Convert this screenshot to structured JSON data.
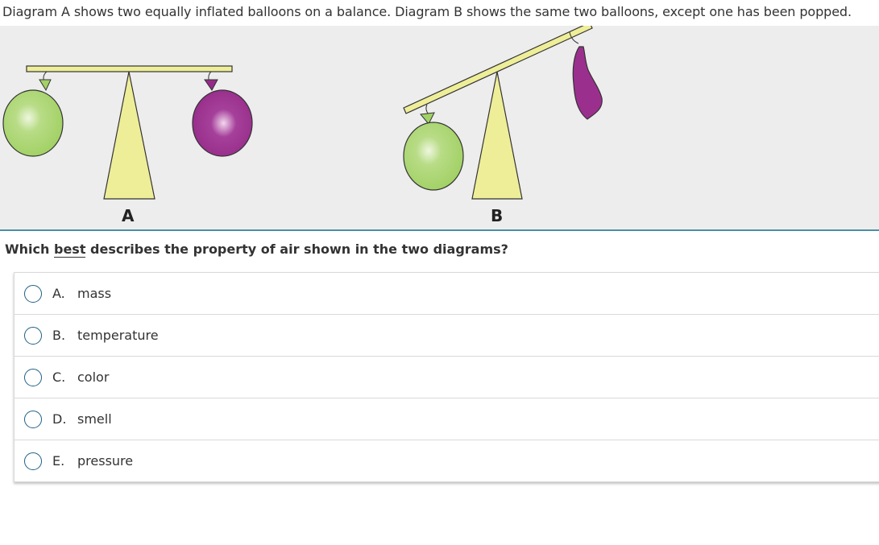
{
  "intro_text": "Diagram A shows two equally inflated balloons on a balance. Diagram B shows the same two balloons, except one has been popped.",
  "figure": {
    "label_a": "A",
    "label_b": "B",
    "colors": {
      "panel_background": "#ededed",
      "beam_and_fulcrum": "#eeee99",
      "green_balloon": "#a6d46a",
      "purple_balloon": "#9b2f8e",
      "divider": "#4a8fa6"
    }
  },
  "question": {
    "prefix": "Which",
    "underlined_word": "best",
    "suffix": "describes the property of air shown in the two diagrams?"
  },
  "options": [
    {
      "letter": "A.",
      "text": "mass"
    },
    {
      "letter": "B.",
      "text": "temperature"
    },
    {
      "letter": "C.",
      "text": "color"
    },
    {
      "letter": "D.",
      "text": "smell"
    },
    {
      "letter": "E.",
      "text": "pressure"
    }
  ]
}
